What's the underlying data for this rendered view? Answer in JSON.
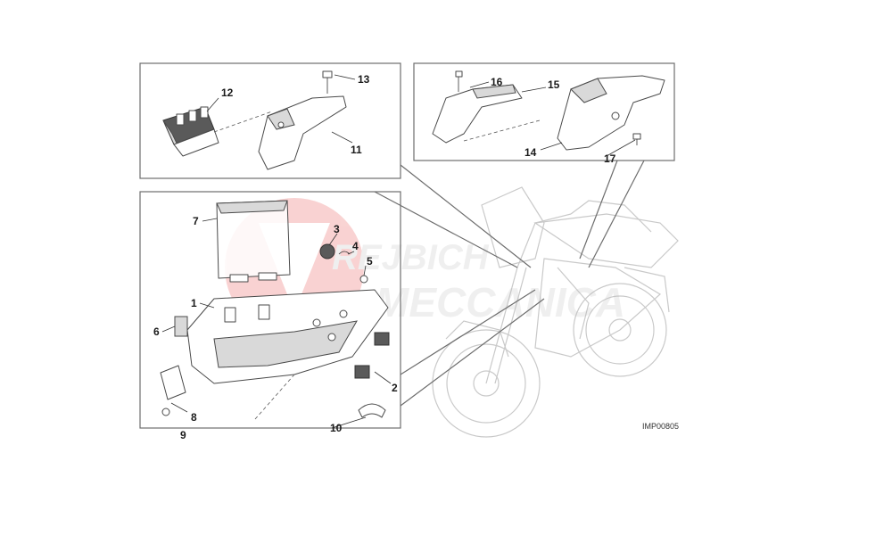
{
  "callouts": [
    "1",
    "2",
    "3",
    "4",
    "5",
    "6",
    "7",
    "8",
    "9",
    "10",
    "11",
    "12",
    "13",
    "14",
    "15",
    "16",
    "17"
  ],
  "reference_code": "IMP00805",
  "watermark": {
    "line1": "REJBICH",
    "line2": "MECCANICA",
    "color": "#e53935"
  },
  "colors": {
    "frame": "#6d6d6d",
    "part_outline": "#4a4a4a",
    "ghost_bike": "#c9c9c9"
  }
}
